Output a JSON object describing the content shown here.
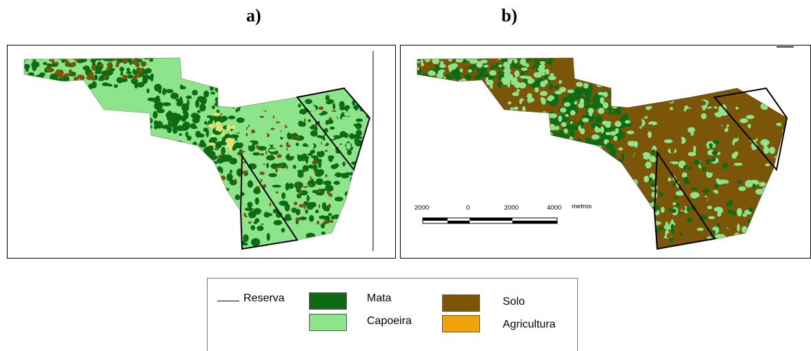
{
  "panels": [
    {
      "label": "a)"
    },
    {
      "label": "b)"
    }
  ],
  "scale_bar": {
    "ticks": [
      "2000",
      "0",
      "2000",
      "4000"
    ],
    "unit": "metros"
  },
  "legend": {
    "items": [
      {
        "label": "Reserva",
        "symbol": "line",
        "color": "#000000"
      },
      {
        "label": "Mata",
        "symbol": "swatch",
        "color": "#0d6b14"
      },
      {
        "label": "Capoeira",
        "symbol": "swatch",
        "color": "#8ee48a"
      },
      {
        "label": "Solo",
        "symbol": "swatch",
        "color": "#7b5508"
      },
      {
        "label": "Agricultura",
        "symbol": "swatch",
        "color": "#f2a30c"
      }
    ]
  },
  "colors": {
    "mata": "#0d6b14",
    "capoeira": "#8ee48a",
    "solo": "#7b5508",
    "agricultura": "#f2a30c",
    "yellow_patch": "#e8e070"
  }
}
